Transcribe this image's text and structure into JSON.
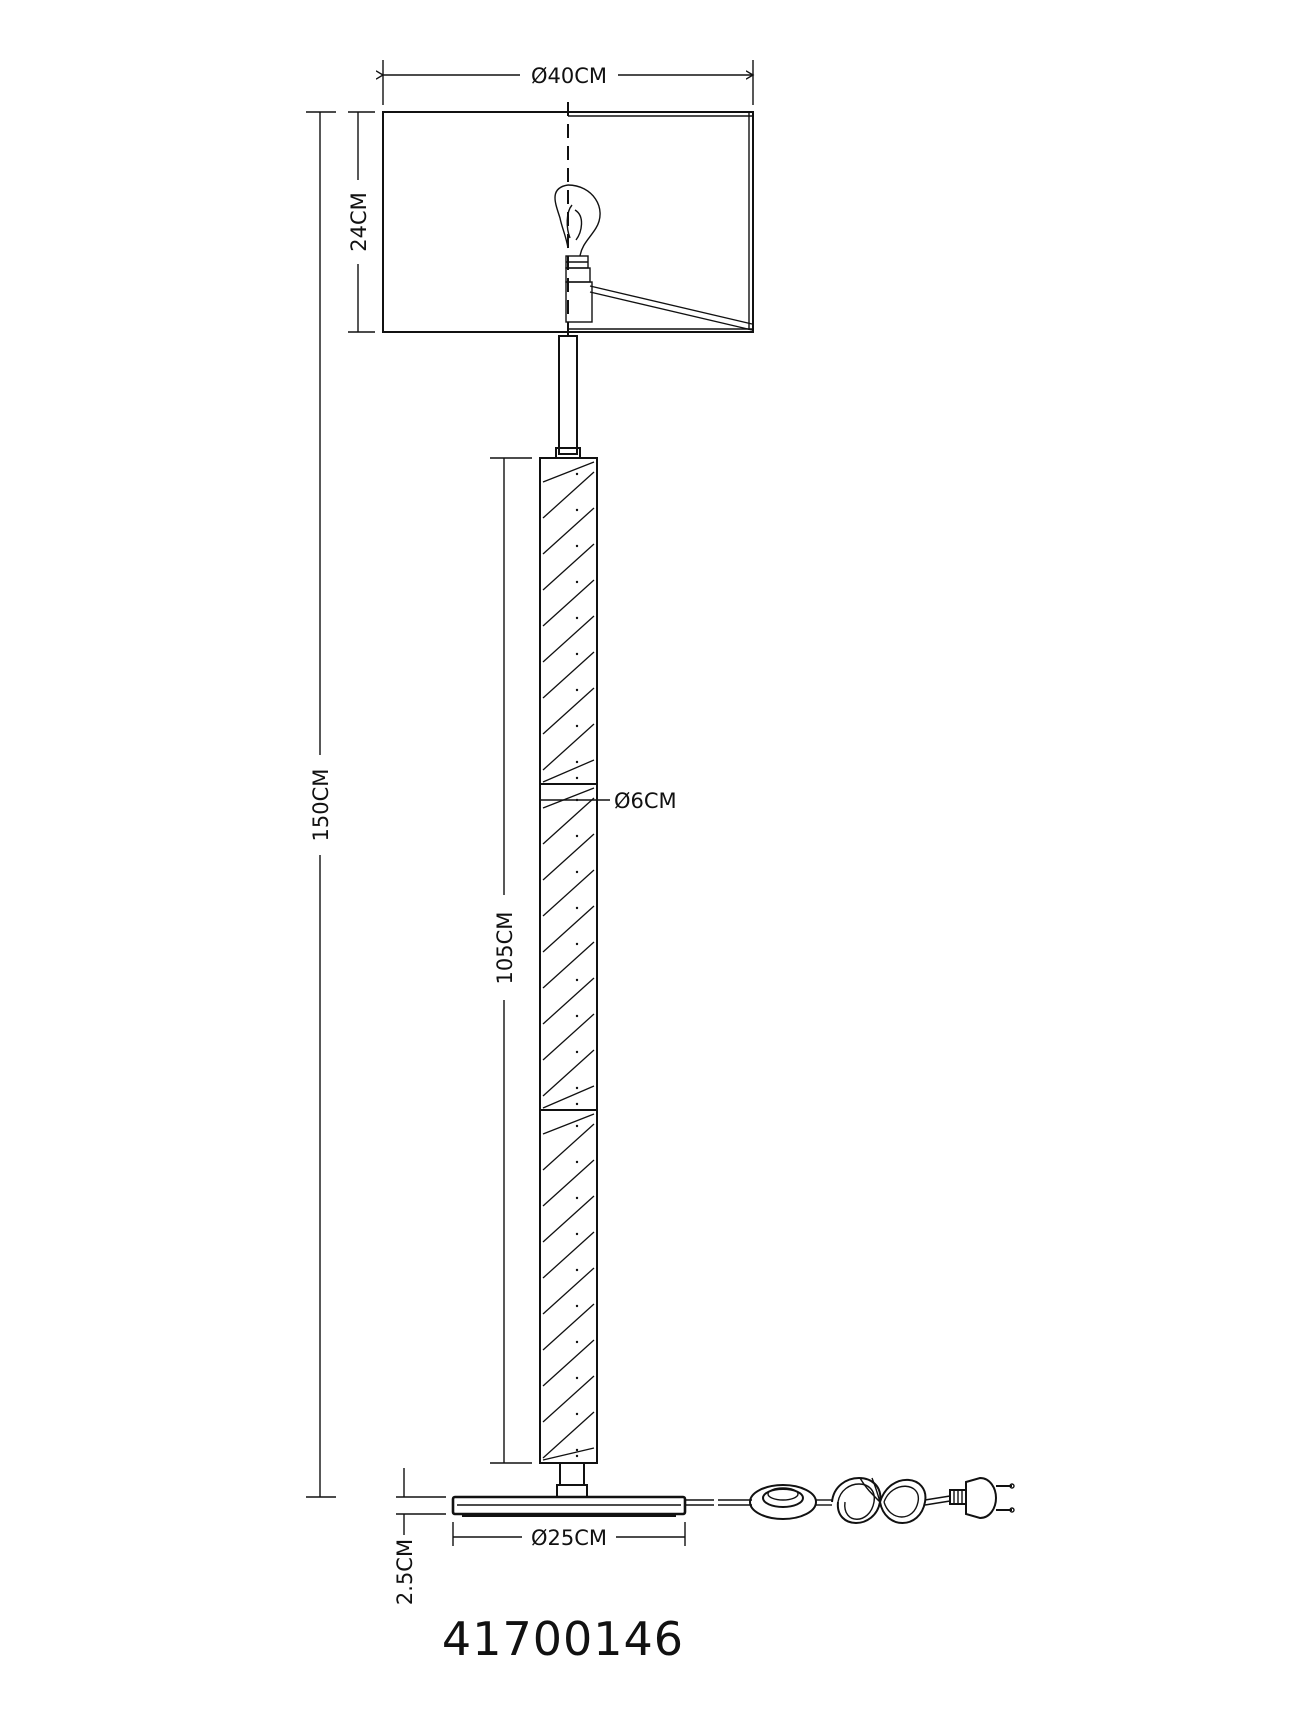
{
  "dimensions": {
    "shade_diameter": "Ø40CM",
    "shade_height": "24CM",
    "total_height": "150CM",
    "column_length": "105CM",
    "column_diameter": "Ø6CM",
    "base_diameter": "Ø25CM",
    "base_thickness": "2.5CM"
  },
  "model_number": "41700146",
  "icons": [
    "lamp-shade-icon",
    "bulb-icon",
    "column-icon",
    "base-plate-icon",
    "foot-switch-icon",
    "cable-coil-icon",
    "euro-plug-icon"
  ]
}
